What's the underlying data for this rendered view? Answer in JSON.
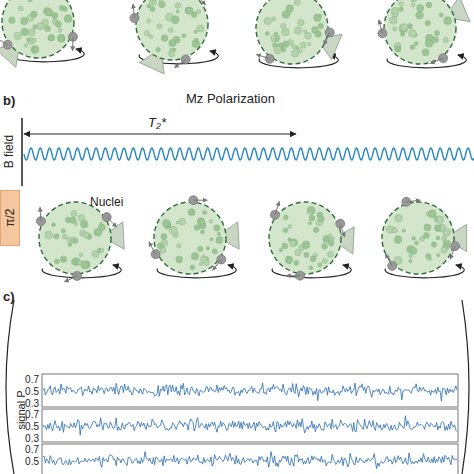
{
  "diagram": {
    "nodes": [
      {
        "text": [
          "π/2"
        ]
      }
    ],
    "edges": [],
    "labels": [
      "b)",
      "Mz Polarization",
      "T₂*",
      "B field",
      "Nuclei",
      "c)",
      "signal P",
      "0.7",
      "0.5",
      "0.3",
      "0.7",
      "0.5",
      "0.3",
      "0.7",
      "0.5"
    ]
  }
}
